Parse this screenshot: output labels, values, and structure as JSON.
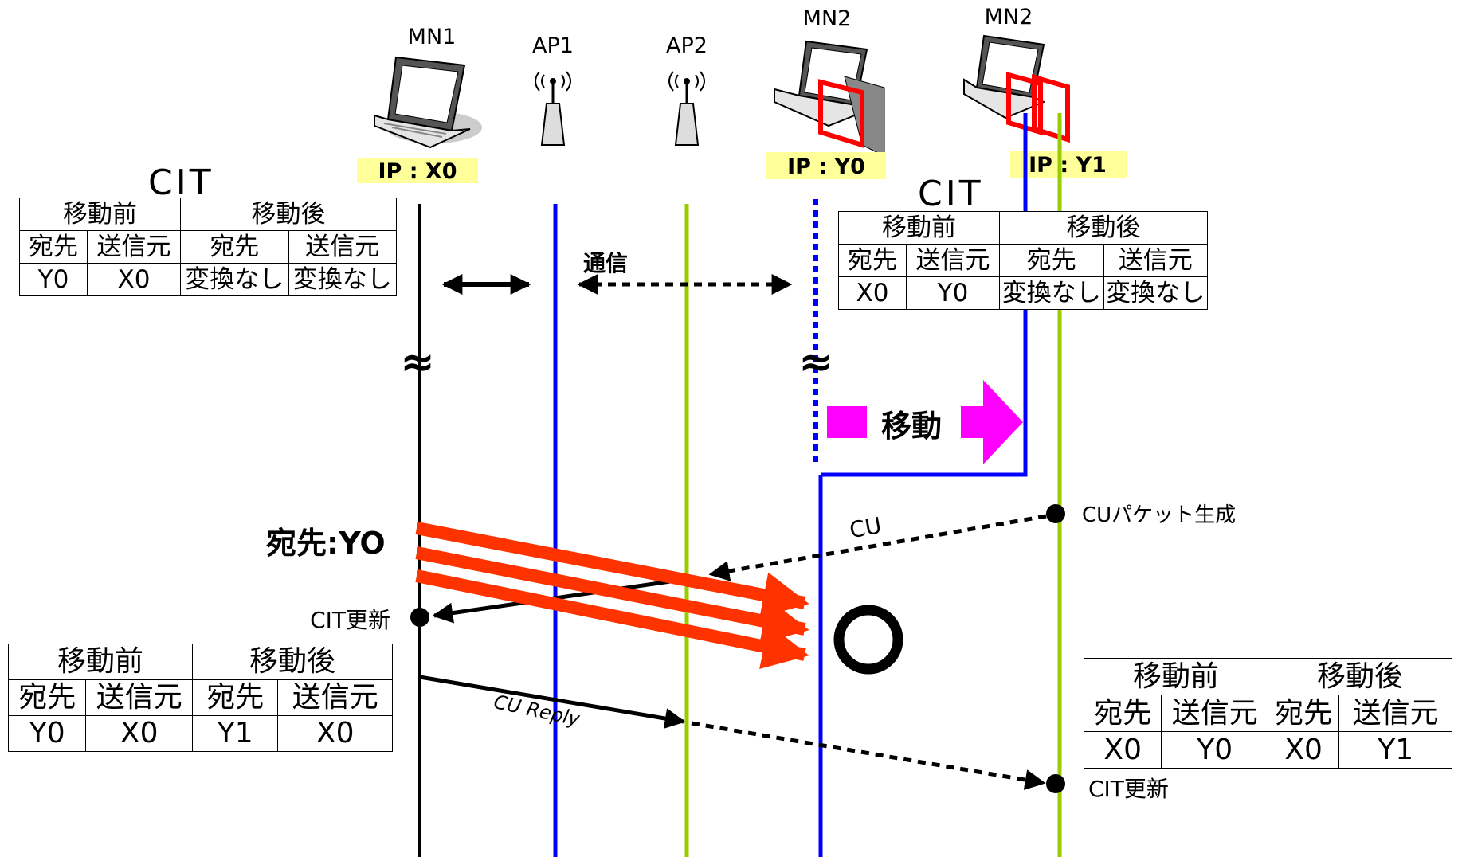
{
  "nodes": {
    "mn1": "MN1",
    "ap1": "AP1",
    "ap2": "AP2",
    "mn2_a": "MN2",
    "mn2_b": "MN2"
  },
  "ip": {
    "mn1": "IP : X0",
    "mn2_a": "IP : Y0",
    "mn2_b": "IP : Y1"
  },
  "messages": {
    "communication": "通信",
    "move": "移動",
    "cu": "CU",
    "cu_reply": "CU Reply",
    "break_mark": "≈",
    "success_mark": "○"
  },
  "events": {
    "cu_generate": "CUパケット生成",
    "cit_update_left": "CIT更新",
    "cit_update_right": "CIT更新",
    "dest_y0": "宛先:YO"
  },
  "cit": {
    "title_left": "CIT",
    "title_right": "CIT",
    "before": "移動前",
    "after": "移動後",
    "dest": "宛先",
    "src": "送信元",
    "table1": [
      "Y0",
      "X0",
      "変換なし",
      "変換なし"
    ],
    "table2": [
      "X0",
      "Y0",
      "変換なし",
      "変換なし"
    ],
    "table3": [
      "Y0",
      "X0",
      "Y1",
      "X0"
    ],
    "table4": [
      "X0",
      "Y0",
      "X0",
      "Y1"
    ]
  },
  "colors": {
    "ap1_line": "#0000ff",
    "ap2_line": "#99cc00",
    "mn2_line": "#0000ff",
    "move_arrow": "#ff00ff",
    "y0_arrows": "#ff3300",
    "ip_highlight": "#ffff99"
  }
}
